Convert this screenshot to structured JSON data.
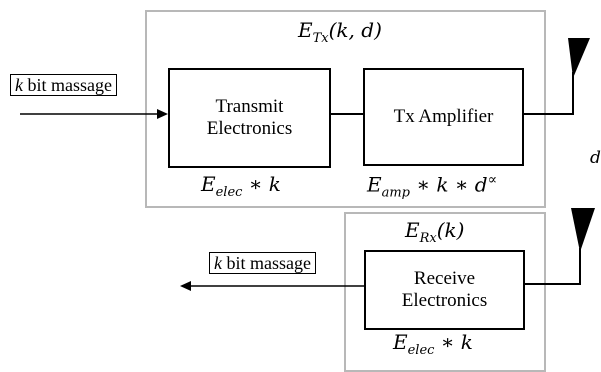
{
  "transmitter": {
    "energy_label": {
      "sym": "E",
      "sub": "Tx",
      "args": "(k, d)"
    },
    "input_label": {
      "k": "k",
      "text": " bit massage"
    },
    "transmit_block": {
      "line1": "Transmit",
      "line2": "Electronics"
    },
    "amplifier_block": {
      "text": "Tx Amplifier"
    },
    "elec_cost": {
      "sym": "E",
      "sub": "elec",
      "rest": " ∗ k"
    },
    "amp_cost": {
      "sym": "E",
      "sub": "amp",
      "rest": " ∗ k ∗ d",
      "sup": "∝"
    },
    "distance_label": "d"
  },
  "receiver": {
    "energy_label": {
      "sym": "E",
      "sub": "Rx",
      "args": "(k)"
    },
    "output_label": {
      "k": "k",
      "text": " bit massage"
    },
    "receive_block": {
      "line1": "Receive",
      "line2": "Electronics"
    },
    "elec_cost": {
      "sym": "E",
      "sub": "elec",
      "rest": " ∗ k"
    }
  }
}
